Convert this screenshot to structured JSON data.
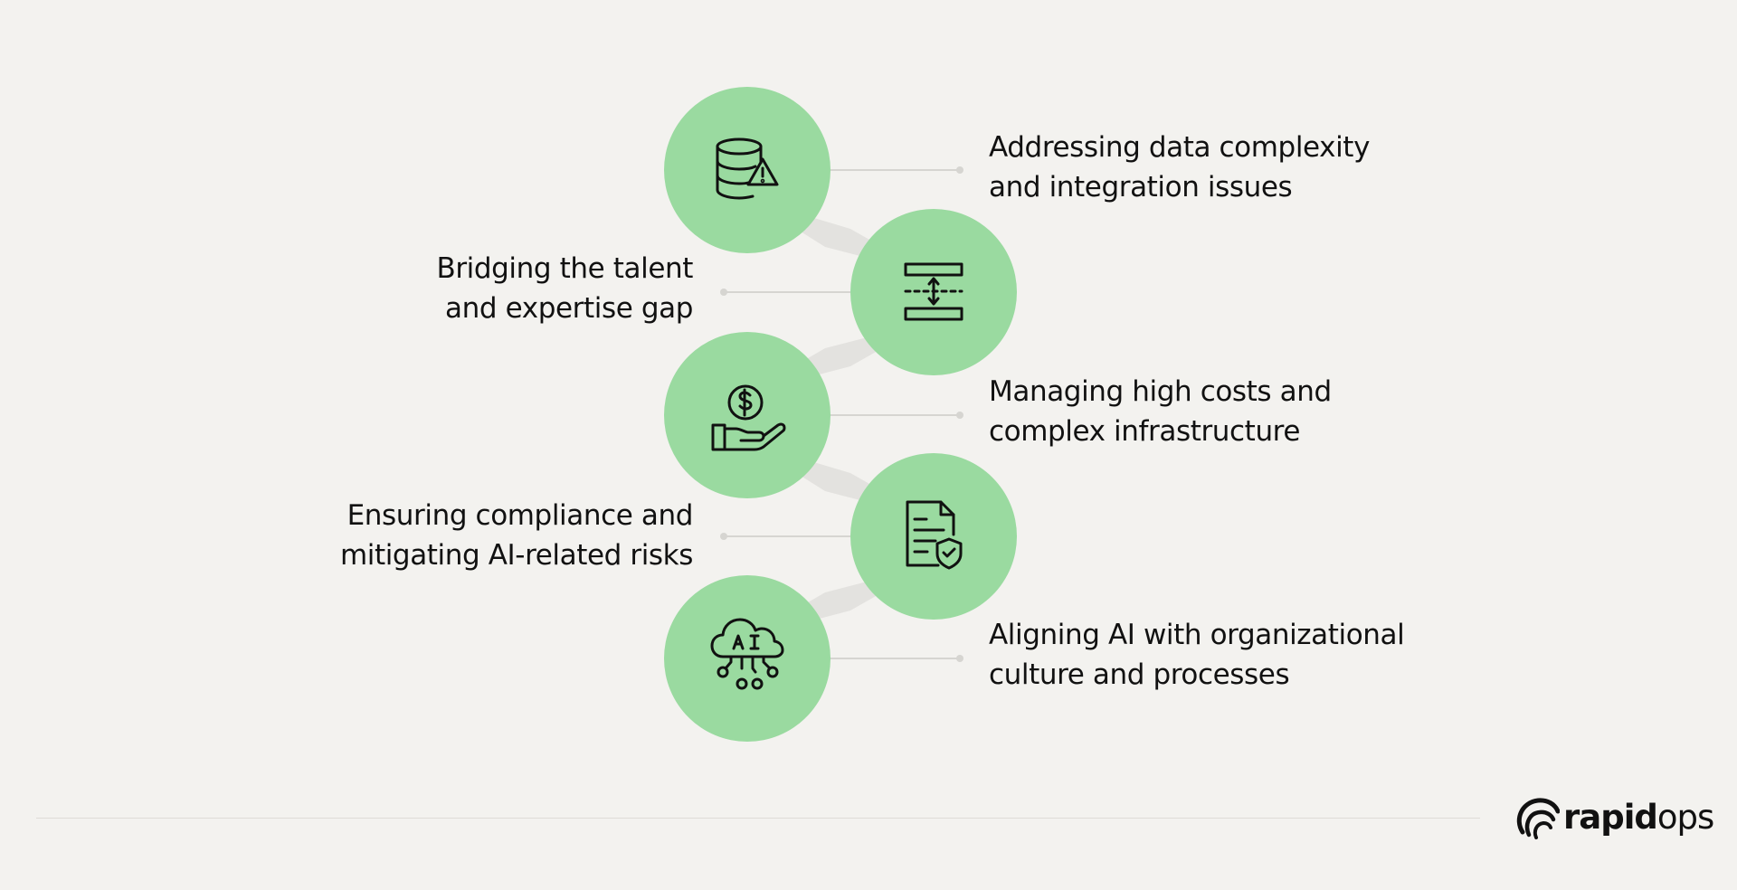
{
  "colors": {
    "background": "#f3f2ef",
    "circle_fill": "#9adaa0",
    "connector": "#e3e2df",
    "leader_line": "#d6d5d1",
    "text": "#111111"
  },
  "steps": [
    {
      "lines": [
        "Addressing data complexity",
        "and integration issues"
      ],
      "icon": "database-warning-icon"
    },
    {
      "lines": [
        "Bridging the talent",
        "and expertise gap"
      ],
      "icon": "gap-resize-icon"
    },
    {
      "lines": [
        "Managing high costs and",
        "complex infrastructure"
      ],
      "icon": "hand-coin-dollar-icon"
    },
    {
      "lines": [
        "Ensuring compliance and",
        "mitigating AI-related risks"
      ],
      "icon": "document-shield-icon"
    },
    {
      "lines": [
        "Aligning AI with organizational",
        "culture and processes"
      ],
      "icon": "ai-cloud-network-icon"
    }
  ],
  "brand": {
    "name_bold": "rapid",
    "name_light": "ops",
    "icon": "rapidops-logo-icon"
  }
}
